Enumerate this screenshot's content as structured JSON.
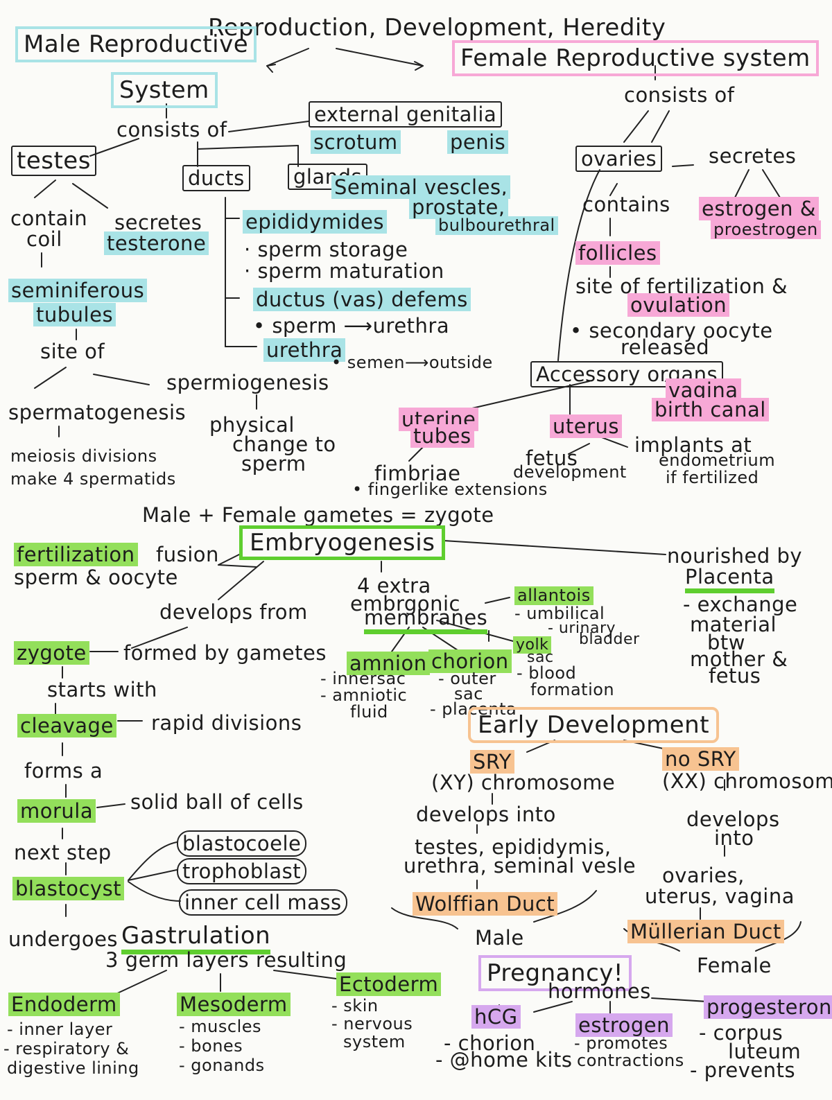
{
  "title": "Reproduction, Development, Heredity",
  "male": {
    "heading_line1": "Male Reproductive",
    "heading_line2": "System",
    "consists_of": "consists of",
    "external_genitalia": "external genitalia",
    "scrotum": "scrotum",
    "penis": "penis",
    "testes": "testes",
    "contain": "contain",
    "coil": "coil",
    "secretes": "secretes",
    "testerone": "testerone",
    "seminiferous": "seminiferous",
    "tubules": "tubules",
    "site_of": "site of",
    "spermatogenesis": "spermatogenesis",
    "meiosis": "meiosis divisions",
    "make4": "make 4 spermatids",
    "spermiogenesis": "spermiogenesis",
    "physical": "physical",
    "change_to": "change to",
    "sperm": "sperm",
    "ducts": "ducts",
    "glands": "glands",
    "seminal": "Seminal vescles,",
    "prostate": "prostate,",
    "bulbourethral": "bulbourethral",
    "epididymides": "epididymides",
    "sperm_storage": "sperm storage",
    "sperm_maturation": "sperm maturation",
    "ductus": "ductus (vas) defems",
    "sperm_urethra": "sperm",
    "urethra_word": "urethra",
    "urethra": "urethra",
    "semen_outside": "semen",
    "outside_word": "outside"
  },
  "female": {
    "heading": "Female Reproductive system",
    "consists_of": "consists of",
    "ovaries": "ovaries",
    "secretes": "secretes",
    "estrogen": "estrogen &",
    "proestrogen": "proestrogen",
    "contains": "contains",
    "follicles": "follicles",
    "site_fert": "site of fertilization &",
    "ovulation": "ovulation",
    "secondary": "secondary oocyte",
    "released": "released",
    "accessory": "Accessory organs",
    "vagina": "vagina",
    "birth_canal": "birth canal",
    "uterine": "uterine",
    "tubes": "tubes",
    "uterus": "uterus",
    "fimbriae": "fimbriae",
    "fingerlike": "fingerlike extensions",
    "fetus": "fetus",
    "development": "development",
    "implants": "implants at",
    "endometrium": "endometrium",
    "if_fertilized": "if fertilized"
  },
  "embryo": {
    "gametes": "Male + Female gametes = zygote",
    "embryogenesis": "Embryogenesis",
    "fertilization": "fertilization",
    "fusion": "fusion",
    "sperm_oocyte": "sperm & oocyte",
    "develops_from": "develops from",
    "zygote": "zygote",
    "formed_by": "formed by gametes",
    "starts_with": "starts with",
    "cleavage": "cleavage",
    "rapid": "rapid divisions",
    "forms_a": "forms a",
    "morula": "morula",
    "solid_ball": "solid ball of cells",
    "next_step": "next step",
    "blastocyst": "blastocyst",
    "blastocoele": "blastocoele",
    "trophoblast": "trophoblast",
    "inner_mass": "inner cell mass",
    "undergoes": "undergoes",
    "gastrulation": "Gastrulation",
    "germ_layers": "3 germ layers resulting",
    "endoderm": "Endoderm",
    "endo_1": "- inner layer",
    "endo_2": "- respiratory &",
    "endo_3": "digestive lining",
    "mesoderm": "Mesoderm",
    "meso_1": "- muscles",
    "meso_2": "- bones",
    "meso_3": "- gonands",
    "ectoderm": "Ectoderm",
    "ecto_1": "- skin",
    "ecto_2": "- nervous",
    "ecto_3": "system",
    "extra_1": "4 extra",
    "extra_2": "embrgonic",
    "extra_3": "membranes",
    "allantois": "allantois",
    "all_1": "- umbilical",
    "all_2": "- urinary",
    "all_3": "bladder",
    "yolk": "yolk",
    "sac": "sac",
    "yolk_1": "- blood",
    "yolk_2": "formation",
    "amnion": "amnion",
    "amn_1": "- innersac",
    "amn_2": "- amniotic",
    "amn_3": "fluid",
    "chorion": "chorion",
    "cho_1": "- outer",
    "cho_2": "sac",
    "cho_3": "- placenta",
    "nourished": "nourished by",
    "placenta": "Placenta",
    "pl_1": "- exchange",
    "pl_2": "material",
    "pl_3": "btw",
    "pl_4": "mother &",
    "pl_5": "fetus"
  },
  "early": {
    "heading": "Early Development",
    "sry": "SRY",
    "xy": "(XY) chromosome",
    "develops_into": "develops into",
    "testes_list": "testes, epididymis,",
    "urethra_list": "urethra, seminal vesle",
    "wolffian": "Wolffian Duct",
    "male": "Male",
    "no_sry": "no SRY",
    "xx": "(XX) chromosome",
    "develops": "develops",
    "into": "into",
    "ovaries_list": "ovaries,",
    "uterus_list": "uterus, vagina",
    "mullerian": "Müllerian Duct",
    "female": "Female"
  },
  "pregnancy": {
    "heading": "Pregnancy!",
    "hormones": "hormones",
    "hcg": "hCG",
    "hcg_1": "- chorion",
    "hcg_2": "- @home kits",
    "estrogen": "estrogen",
    "est_1": "- promotes",
    "est_2": "contractions",
    "progesterone": "progesterone",
    "pro_1": "- corpus",
    "pro_2": "luteum",
    "pro_3": "- prevents"
  }
}
